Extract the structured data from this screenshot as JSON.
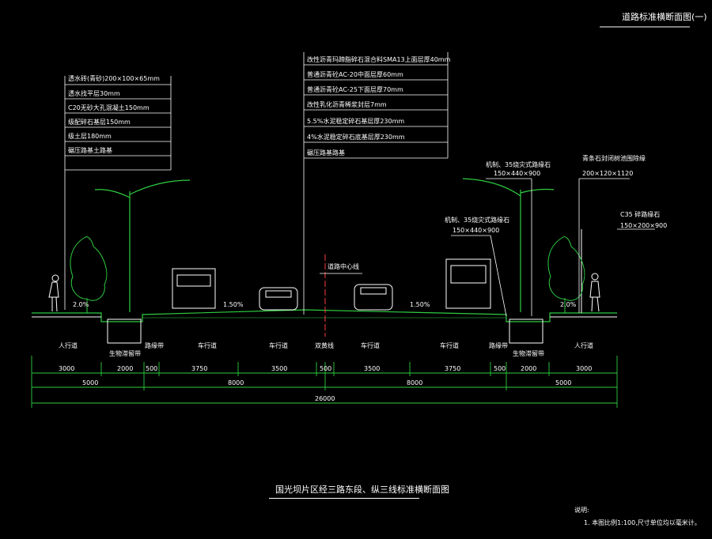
{
  "sheet_title": "道路标准横断面图(一)",
  "left_callouts": [
    "透水砖(青砂)200×100×65mm",
    "透水找平层30mm",
    "C20无砂大孔混凝土150mm",
    "级配碎石基层150mm",
    "级土层180mm",
    "碾压路基土路基"
  ],
  "center_callouts": [
    "改性沥青玛蹄脂碎石混合料SMA13上面层厚40mm",
    "普通沥青砼AC-20中面层厚60mm",
    "普通沥青砼AC-25下面层厚70mm",
    "改性乳化沥青稀浆封层7mm",
    "5.5%水泥稳定碎石基层厚230mm",
    "4%水泥稳定碎石底基层厚230mm",
    "碾压路基路基"
  ],
  "curb_label_left": "机制、35烧灾式路缘石",
  "curb_size_left": "150×440×900",
  "curb_label_right": "机制、35烧灾式路缘石",
  "curb_size_right": "150×440×900",
  "planter_label": "青条石封闭树池围除缘",
  "planter_size": "200×120×1120",
  "edge_label": "C35 碎路缘石",
  "edge_size": "150×200×900",
  "centerline_label": "道路中心线",
  "slopes": [
    "2.0%",
    "1.50%",
    "1.50%",
    "2.0%"
  ],
  "zones": [
    "人行道",
    "生物滞留带",
    "路缘带",
    "车行道",
    "车行道",
    "双黄线",
    "车行道",
    "车行道",
    "路缘带",
    "生物滞留带",
    "人行道"
  ],
  "dim_row1": [
    "3000",
    "2000",
    "500",
    "3750",
    "3500",
    "500",
    "3500",
    "3750",
    "500",
    "2000",
    "3000"
  ],
  "dim_row2": [
    "5000",
    "8000",
    "8000",
    "5000"
  ],
  "dim_total": "26000",
  "drawing_title": "国光坝片区经三路东段、纵三线标准横断面图",
  "notes_title": "说明:",
  "notes": [
    "1. 本图比例1:100,尺寸单位均以毫米计。"
  ]
}
